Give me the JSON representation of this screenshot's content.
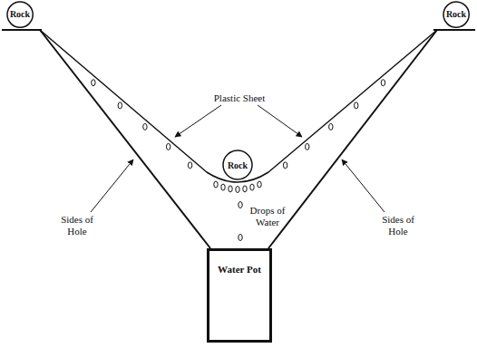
{
  "diagram": {
    "nodes": [
      {
        "text": [
          "Rock"
        ]
      },
      {
        "text": [
          "Rock"
        ]
      },
      {
        "text": [
          "Rock"
        ]
      },
      {
        "text": [
          "Water Pot"
        ]
      }
    ],
    "labels": [
      "Plastic Sheet",
      "Sides of Hole",
      "Drops of Water",
      "Sides of Hole"
    ]
  }
}
